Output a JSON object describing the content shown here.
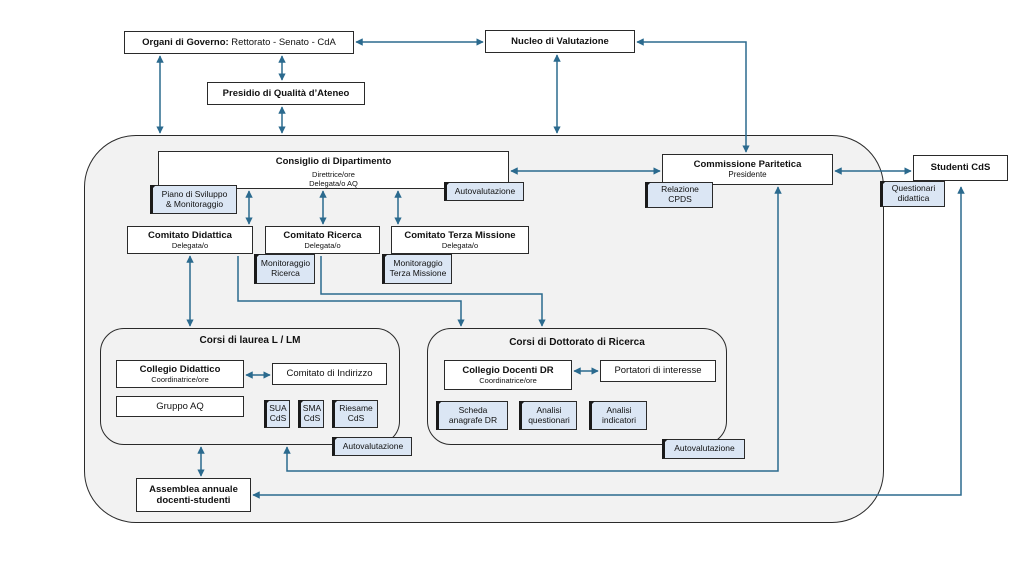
{
  "governo": {
    "bold": "Organi di Governo:",
    "rest": " Rettorato - Senato - CdA"
  },
  "nucleo": "Nucleo di Valutazione",
  "presidio": "Presidio di Qualità d’Ateneo",
  "consiglio": {
    "title": "Consiglio di Dipartimento",
    "sub1": "Direttrice/ore",
    "sub2": "Delegata/o AQ"
  },
  "piano": {
    "l1": "Piano di Sviluppo",
    "l2": "& Monitoraggio"
  },
  "autoval_consiglio": "Autovalutazione",
  "commissione": {
    "title": "Commissione Paritetica",
    "sub": "Presidente"
  },
  "relazione": {
    "l1": "Relazione",
    "l2": "CPDS"
  },
  "studenti": "Studenti CdS",
  "questionari": {
    "l1": "Questionari",
    "l2": "didattica"
  },
  "comitato_didattica": {
    "title": "Comitato Didattica",
    "sub": "Delegata/o"
  },
  "comitato_ricerca": {
    "title": "Comitato Ricerca",
    "sub": "Delegata/o"
  },
  "monitoraggio_ricerca": {
    "l1": "Monitoraggio",
    "l2": "Ricerca"
  },
  "comitato_tm": {
    "title": "Comitato Terza Missione",
    "sub": "Delegata/o"
  },
  "monitoraggio_tm": {
    "l1": "Monitoraggio",
    "l2": "Terza Missione"
  },
  "corsi_laurea": {
    "title": "Corsi di laurea L / LM",
    "collegio": {
      "title": "Collegio Didattico",
      "sub": "Coordinatrice/ore"
    },
    "indirizzo": "Comitato di Indirizzo",
    "gruppo": "Gruppo AQ",
    "sua": {
      "l1": "SUA",
      "l2": "CdS"
    },
    "sma": {
      "l1": "SMA",
      "l2": "CdS"
    },
    "riesame": {
      "l1": "Riesame",
      "l2": "CdS"
    },
    "autoval": "Autovalutazione"
  },
  "dottorato": {
    "title": "Corsi di Dottorato di Ricerca",
    "collegio": {
      "title": "Collegio Docenti DR",
      "sub": "Coordinatrice/ore"
    },
    "portatori": "Portatori di interesse",
    "scheda": {
      "l1": "Scheda",
      "l2": "anagrafe DR"
    },
    "analisi_q": {
      "l1": "Analisi",
      "l2": "questionari"
    },
    "analisi_i": {
      "l1": "Analisi",
      "l2": "indicatori"
    },
    "autoval": "Autovalutazione"
  },
  "assemblea": {
    "l1": "Assemblea annuale",
    "l2": "docenti-studenti"
  },
  "colors": {
    "arrow": "#2b6a8e",
    "doc_fill": "#dbe6f4",
    "region": "#f2f2f2"
  }
}
